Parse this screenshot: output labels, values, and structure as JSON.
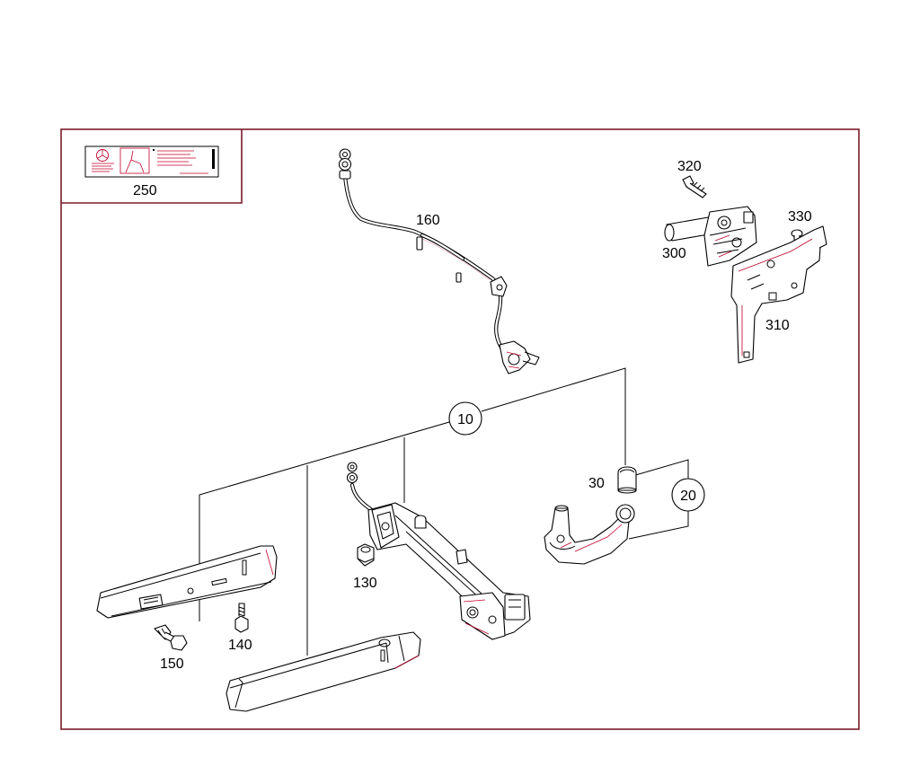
{
  "labels": {
    "p250": "250",
    "p160": "160",
    "p320": "320",
    "p330": "330",
    "p300": "300",
    "p310": "310",
    "p10": "10",
    "p20": "20",
    "p30": "30",
    "p130": "130",
    "p140": "140",
    "p150": "150"
  },
  "colors": {
    "frame": "#7a1a2a",
    "accent": "#c0002a"
  },
  "icons": {
    "brand": "three-pointed-star-icon"
  }
}
